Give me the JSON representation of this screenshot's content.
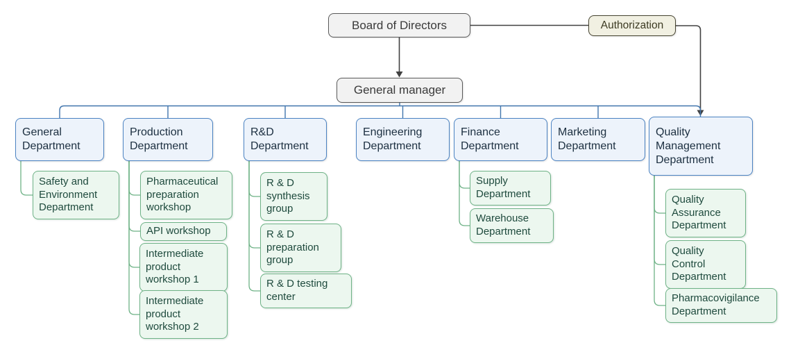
{
  "colors": {
    "executive_box_bg": "#f2f2f2",
    "executive_box_border": "#595959",
    "executive_text": "#3a3a3a",
    "authorization_box_bg": "#f1f0e2",
    "authorization_box_border": "#454330",
    "authorization_text": "#3c3a22",
    "department_box_bg": "#edf3fb",
    "department_box_border": "#4a82c2",
    "department_text": "#1c2f40",
    "sub_box_bg": "#ecf7ef",
    "sub_box_border": "#6eb286",
    "sub_text": "#1e4a3d",
    "tree_line": "#4175ad",
    "flow_line": "#404040"
  },
  "nodes": {
    "board_of_directors": {
      "label": "Board of Directors"
    },
    "authorization": {
      "label": "Authorization"
    },
    "general_manager": {
      "label": "General manager"
    },
    "general_department": {
      "label": "General\nDepartment"
    },
    "production_department": {
      "label": "Production\nDepartment"
    },
    "rnd_department": {
      "label": "R&D\nDepartment"
    },
    "engineering_department": {
      "label": "Engineering\nDepartment"
    },
    "finance_department": {
      "label": "Finance\nDepartment"
    },
    "marketing_department": {
      "label": "Marketing\nDepartment"
    },
    "quality_management_department": {
      "label": "Quality\nManagement\nDepartment"
    },
    "safety_and_environment_department": {
      "label": "Safety and\nEnvironment\nDepartment"
    },
    "pharmaceutical_preparation_workshop": {
      "label": "Pharmaceutical\npreparation\nworkshop"
    },
    "api_workshop": {
      "label": "API workshop"
    },
    "intermediate_product_workshop_1": {
      "label": "Intermediate\nproduct\nworkshop 1"
    },
    "intermediate_product_workshop_2": {
      "label": "Intermediate\nproduct\nworkshop 2"
    },
    "rnd_synthesis_group": {
      "label": "R & D\nsynthesis\ngroup"
    },
    "rnd_preparation_group": {
      "label": "R & D\npreparation\ngroup"
    },
    "rnd_testing_center": {
      "label": "R & D testing\ncenter"
    },
    "supply_department": {
      "label": "Supply\nDepartment"
    },
    "warehouse_department": {
      "label": "Warehouse\nDepartment"
    },
    "quality_assurance_department": {
      "label": "Quality\nAssurance\nDepartment"
    },
    "quality_control_department": {
      "label": "Quality\nControl\nDepartment"
    },
    "pharmacovigilance_department": {
      "label": "Pharmacovigilance\nDepartment"
    }
  },
  "edges": [
    {
      "from": "board_of_directors",
      "to": "general_manager",
      "arrow": true
    },
    {
      "from": "board_of_directors",
      "to": "authorization",
      "arrow": false
    },
    {
      "from": "authorization",
      "to": "quality_management_department",
      "arrow": true
    },
    {
      "from": "general_manager",
      "to": "general_department",
      "arrow": false
    },
    {
      "from": "general_manager",
      "to": "production_department",
      "arrow": false
    },
    {
      "from": "general_manager",
      "to": "rnd_department",
      "arrow": false
    },
    {
      "from": "general_manager",
      "to": "engineering_department",
      "arrow": false
    },
    {
      "from": "general_manager",
      "to": "finance_department",
      "arrow": false
    },
    {
      "from": "general_manager",
      "to": "marketing_department",
      "arrow": false
    },
    {
      "from": "general_manager",
      "to": "quality_management_department",
      "arrow": false
    },
    {
      "from": "general_department",
      "to": "safety_and_environment_department",
      "arrow": false
    },
    {
      "from": "production_department",
      "to": "pharmaceutical_preparation_workshop",
      "arrow": false
    },
    {
      "from": "production_department",
      "to": "api_workshop",
      "arrow": false
    },
    {
      "from": "production_department",
      "to": "intermediate_product_workshop_1",
      "arrow": false
    },
    {
      "from": "production_department",
      "to": "intermediate_product_workshop_2",
      "arrow": false
    },
    {
      "from": "rnd_department",
      "to": "rnd_synthesis_group",
      "arrow": false
    },
    {
      "from": "rnd_department",
      "to": "rnd_preparation_group",
      "arrow": false
    },
    {
      "from": "rnd_department",
      "to": "rnd_testing_center",
      "arrow": false
    },
    {
      "from": "finance_department",
      "to": "supply_department",
      "arrow": false
    },
    {
      "from": "finance_department",
      "to": "warehouse_department",
      "arrow": false
    },
    {
      "from": "quality_management_department",
      "to": "quality_assurance_department",
      "arrow": false
    },
    {
      "from": "quality_management_department",
      "to": "quality_control_department",
      "arrow": false
    },
    {
      "from": "quality_management_department",
      "to": "pharmacovigilance_department",
      "arrow": false
    }
  ]
}
